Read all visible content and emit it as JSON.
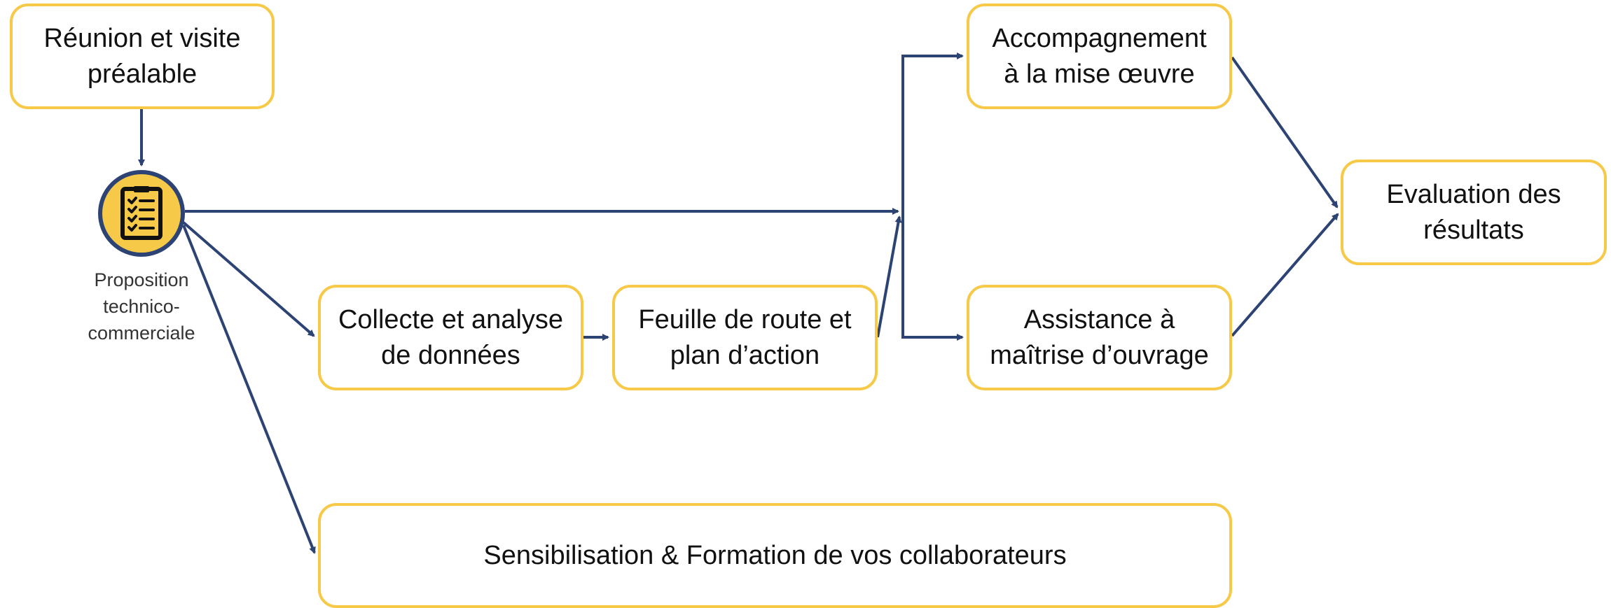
{
  "colors": {
    "box_border": "#F7C948",
    "arrow": "#2D4374",
    "node_fill": "#F7C948",
    "node_border": "#2D4374"
  },
  "boxes": {
    "reunion": "Réunion et visite\npréalable",
    "accompagnement": "Accompagnement\nà la mise œuvre",
    "evaluation": "Evaluation des\nrésultats",
    "collecte": "Collecte et analyse\nde données",
    "feuille": "Feuille de route et\nplan d’action",
    "assistance": "Assistance à\nmaîtrise d’ouvrage",
    "sensibilisation": "Sensibilisation & Formation de vos collaborateurs"
  },
  "node": {
    "icon": "checklist-icon",
    "label": "Proposition\ntechnico-\ncommerciale"
  }
}
